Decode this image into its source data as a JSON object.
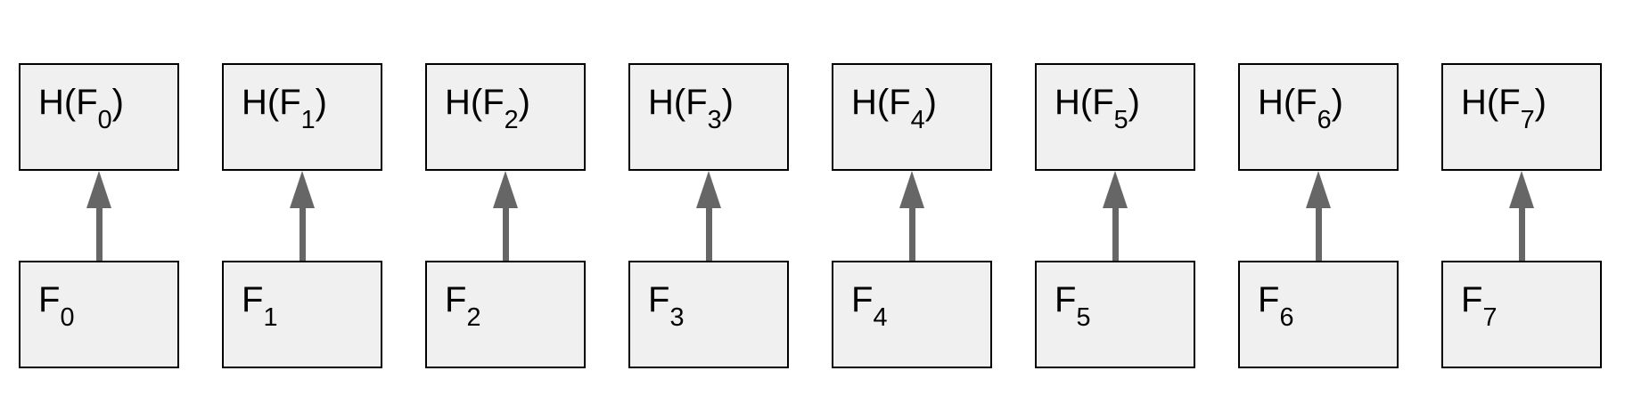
{
  "colors": {
    "background": "#ffffff",
    "box-fill": "#f0f0f0",
    "box-border": "#000000",
    "text": "#000000",
    "arrow": "#666666"
  },
  "pairs": [
    {
      "hash": {
        "prefix": "H(F",
        "sub": "0",
        "suffix": ")"
      },
      "file": {
        "prefix": "F",
        "sub": "0"
      }
    },
    {
      "hash": {
        "prefix": "H(F",
        "sub": "1",
        "suffix": ")"
      },
      "file": {
        "prefix": "F",
        "sub": "1"
      }
    },
    {
      "hash": {
        "prefix": "H(F",
        "sub": "2",
        "suffix": ")"
      },
      "file": {
        "prefix": "F",
        "sub": "2"
      }
    },
    {
      "hash": {
        "prefix": "H(F",
        "sub": "3",
        "suffix": ")"
      },
      "file": {
        "prefix": "F",
        "sub": "3"
      }
    },
    {
      "hash": {
        "prefix": "H(F",
        "sub": "4",
        "suffix": ")"
      },
      "file": {
        "prefix": "F",
        "sub": "4"
      }
    },
    {
      "hash": {
        "prefix": "H(F",
        "sub": "5",
        "suffix": ")"
      },
      "file": {
        "prefix": "F",
        "sub": "5"
      }
    },
    {
      "hash": {
        "prefix": "H(F",
        "sub": "6",
        "suffix": ")"
      },
      "file": {
        "prefix": "F",
        "sub": "6"
      }
    },
    {
      "hash": {
        "prefix": "H(F",
        "sub": "7",
        "suffix": ")"
      },
      "file": {
        "prefix": "F",
        "sub": "7"
      }
    }
  ]
}
